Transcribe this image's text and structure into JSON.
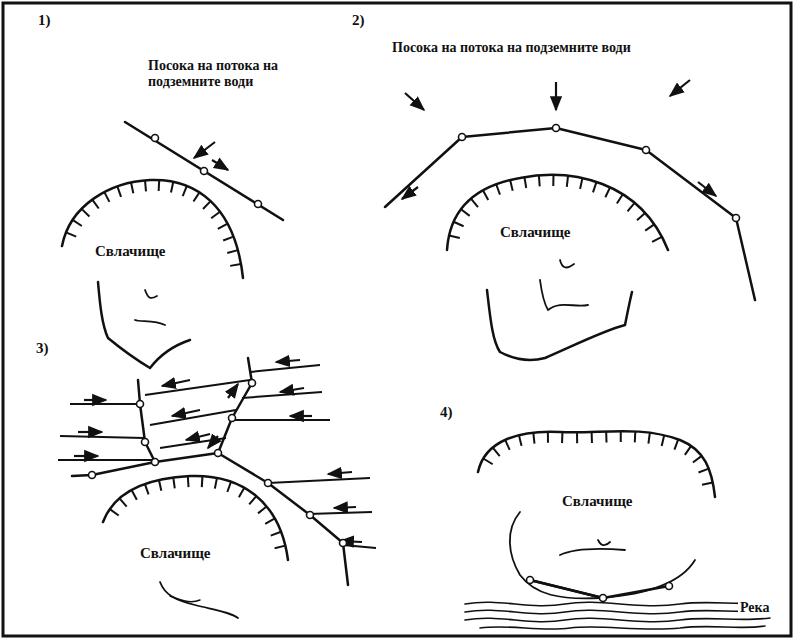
{
  "diagram": {
    "labels": [
      "1)",
      "Посока на потока на подземните води",
      "2)",
      "Посока на потока на подземните води",
      "Свлачище",
      "Свлачище",
      "3)",
      "Свлачище",
      "4)",
      "Свлачище",
      "Река"
    ]
  }
}
